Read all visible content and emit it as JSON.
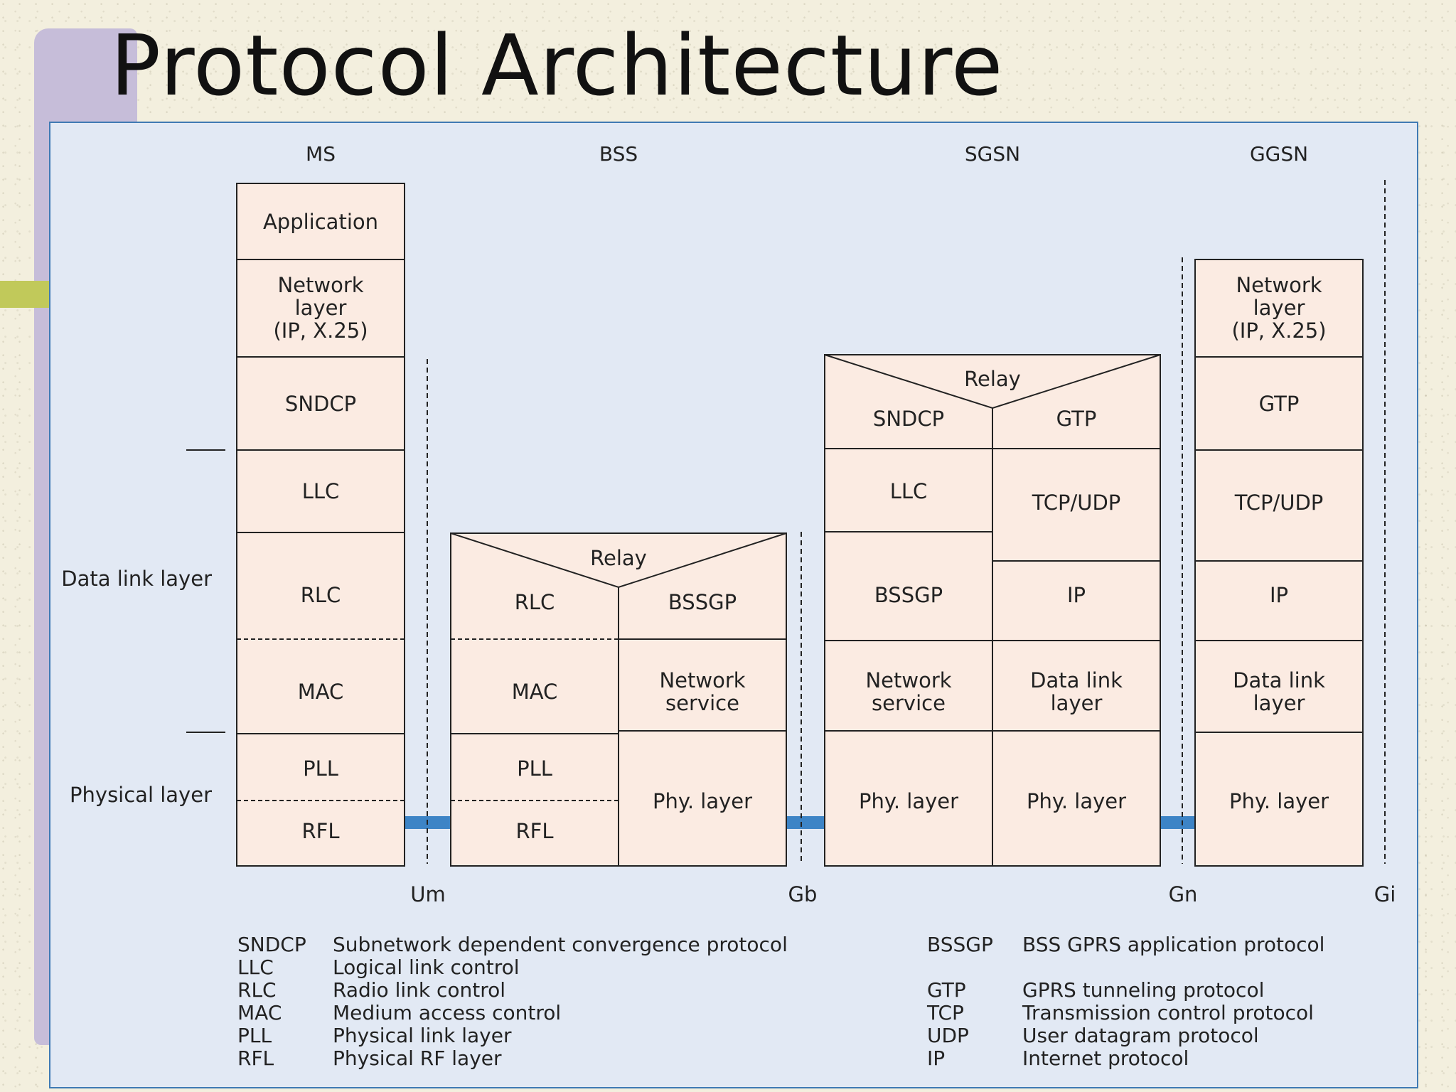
{
  "title": "Protocol Architecture",
  "nodes": {
    "ms": "MS",
    "bss": "BSS",
    "sgsn": "SGSN",
    "ggsn": "GGSN"
  },
  "interfaces": {
    "um": "Um",
    "gb": "Gb",
    "gn": "Gn",
    "gi": "Gi"
  },
  "side_labels": {
    "data_link": "Data link layer",
    "physical": "Physical layer"
  },
  "ms_stack": {
    "application": "Application",
    "network_layer": [
      "Network",
      "layer",
      "(IP, X.25)"
    ],
    "sndcp": "SNDCP",
    "llc": "LLC",
    "rlc": "RLC",
    "mac": "MAC",
    "pll": "PLL",
    "rfl": "RFL"
  },
  "bss_stack": {
    "relay": "Relay",
    "rlc": "RLC",
    "bssgp": "BSSGP",
    "mac": "MAC",
    "network_service": [
      "Network",
      "service"
    ],
    "pll": "PLL",
    "rfl": "RFL",
    "phy": "Phy. layer"
  },
  "sgsn_stack": {
    "relay": "Relay",
    "sndcp": "SNDCP",
    "gtp": "GTP",
    "llc": "LLC",
    "tcp_udp": "TCP/UDP",
    "bssgp": "BSSGP",
    "ip": "IP",
    "network_service": [
      "Network",
      "service"
    ],
    "data_link": [
      "Data link",
      "layer"
    ],
    "phy_left": "Phy. layer",
    "phy_right": "Phy. layer"
  },
  "ggsn_stack": {
    "network_layer": [
      "Network",
      "layer",
      "(IP, X.25)"
    ],
    "gtp": "GTP",
    "tcp_udp": "TCP/UDP",
    "ip": "IP",
    "data_link": [
      "Data link",
      "layer"
    ],
    "phy": "Phy. layer"
  },
  "legend_left": [
    {
      "abbr": "SNDCP",
      "text": "Subnetwork dependent convergence protocol"
    },
    {
      "abbr": "LLC",
      "text": "Logical link control"
    },
    {
      "abbr": "RLC",
      "text": "Radio link control"
    },
    {
      "abbr": "MAC",
      "text": "Medium access control"
    },
    {
      "abbr": "PLL",
      "text": "Physical link layer"
    },
    {
      "abbr": "RFL",
      "text": "Physical RF layer"
    }
  ],
  "legend_right": [
    {
      "abbr": "BSSGP",
      "text": "BSS GPRS application protocol"
    },
    {
      "abbr": "GTP",
      "text": "GPRS tunneling protocol"
    },
    {
      "abbr": "TCP",
      "text": "Transmission control protocol"
    },
    {
      "abbr": "UDP",
      "text": "User datagram protocol"
    },
    {
      "abbr": "IP",
      "text": "Internet protocol"
    }
  ],
  "colors": {
    "box_fill": "#fbebe2",
    "link": "#3d84c6",
    "panel_border": "#3f7ab4"
  }
}
